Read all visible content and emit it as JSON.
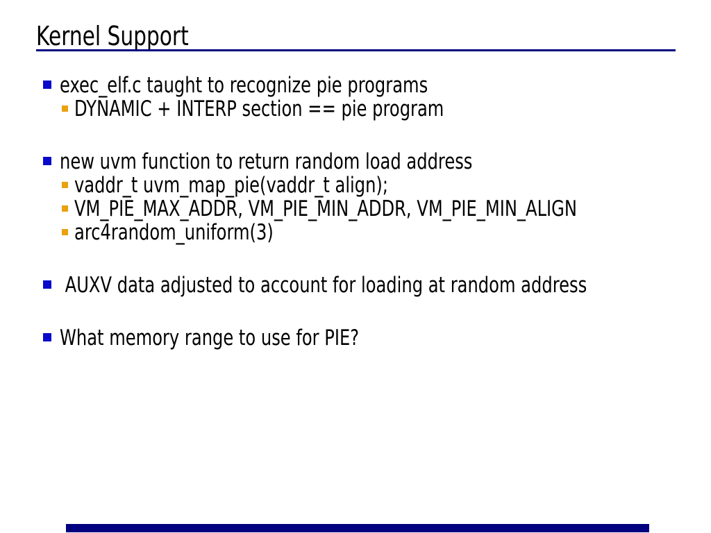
{
  "slide": {
    "title": "Kernel Support",
    "colors": {
      "background": "#FFFFFF",
      "text": "#000000",
      "accent": "#000080",
      "bullet_l1": "#0909CC",
      "bullet_l2": "#E9A10E"
    },
    "bullets": [
      {
        "level": 1,
        "text": "exec_elf.c taught to recognize pie programs"
      },
      {
        "level": 2,
        "text": "DYNAMIC + INTERP section == pie program"
      },
      {
        "level": 1,
        "text": "new uvm function to return random load address",
        "gap": true
      },
      {
        "level": 2,
        "text": "vaddr_t uvm_map_pie(vaddr_t align);"
      },
      {
        "level": 2,
        "text": "VM_PIE_MAX_ADDR, VM_PIE_MIN_ADDR, VM_PIE_MIN_ALIGN"
      },
      {
        "level": 2,
        "text": "arc4random_uniform(3)"
      },
      {
        "level": 1,
        "text": " AUXV data adjusted to account for loading at random address",
        "gap": true
      },
      {
        "level": 1,
        "text": "What memory range to use for PIE?",
        "gap": true
      }
    ]
  }
}
